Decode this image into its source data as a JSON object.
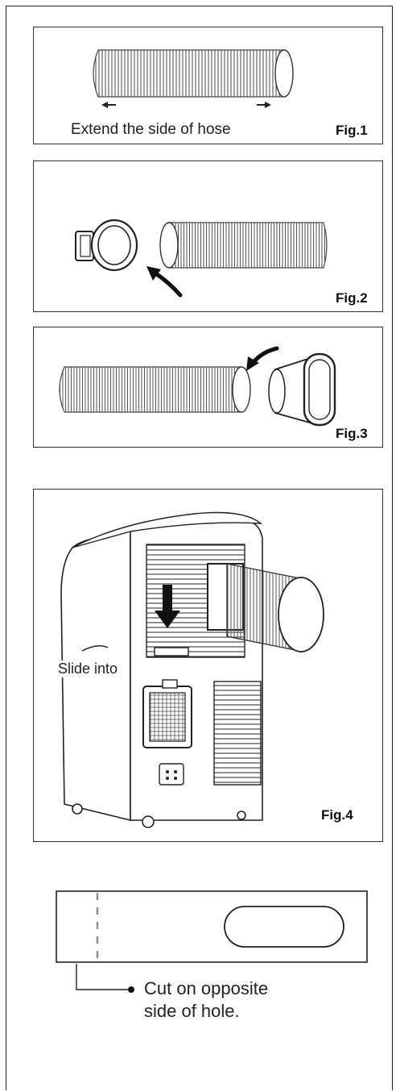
{
  "figures": {
    "fig1": {
      "label": "Fig.1",
      "caption": "Extend the side of hose"
    },
    "fig2": {
      "label": "Fig.2"
    },
    "fig3": {
      "label": "Fig.3"
    },
    "fig4": {
      "label": "Fig.4",
      "callout": "Slide into"
    }
  },
  "cut_instruction": {
    "line1": "Cut on opposite",
    "line2": "side of hole."
  }
}
